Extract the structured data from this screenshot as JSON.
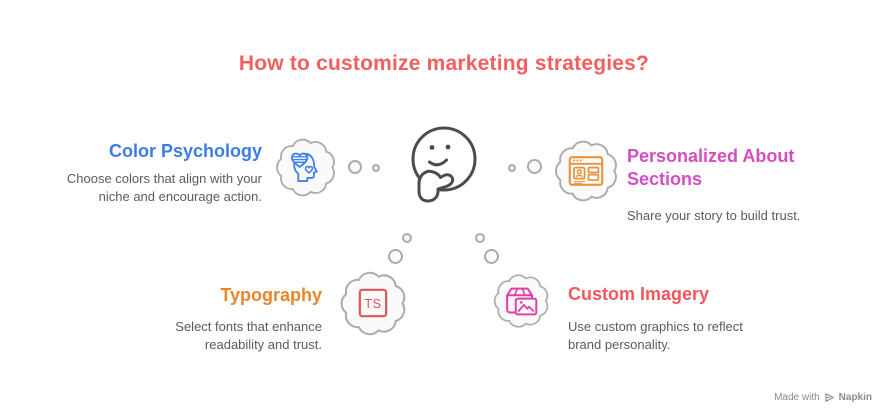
{
  "title": {
    "text": "How to customize marketing strategies?",
    "color": "#F25F5F"
  },
  "center_icon": "thinking-face-icon",
  "body_text_color": "#5B5B5B",
  "cloud_style": {
    "fill": "#FAFAFA",
    "stroke": "#ABABAB"
  },
  "items": [
    {
      "heading": "Color Psychology",
      "body": "Choose colors that align with your niche and encourage action.",
      "heading_color": "#3D7CE4",
      "icon": "head-with-heart-icon",
      "icon_color": "#4080E8",
      "align": "right"
    },
    {
      "heading": "Personalized About Sections",
      "body": "Share your story to build trust.",
      "heading_color": "#D44EC1",
      "icon": "profile-webpage-icon",
      "icon_color": "#E8923A",
      "align": "left"
    },
    {
      "heading": "Typography",
      "body": "Select fonts that enhance readability and trust.",
      "heading_color": "#E8862D",
      "icon": "letters-ts-icon",
      "icon_label": "TS",
      "icon_color": "#E05353",
      "align": "right"
    },
    {
      "heading": "Custom Imagery",
      "body": "Use custom graphics to reflect brand personality.",
      "heading_color": "#F4575C",
      "icon": "box-with-image-icon",
      "icon_color": "#E23DA5",
      "align": "left"
    }
  ],
  "watermark": {
    "prefix": "Made with",
    "brand": "Napkin",
    "logo": "napkin-logo-icon",
    "color": "#8C8C8C"
  }
}
